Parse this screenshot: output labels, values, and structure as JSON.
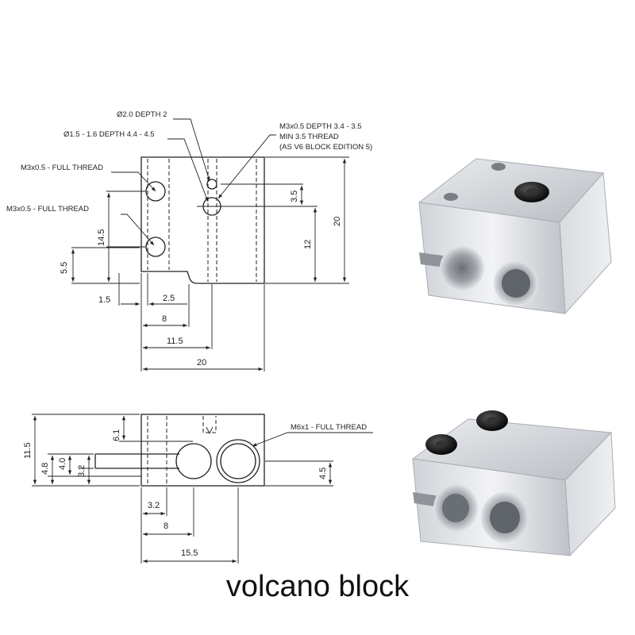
{
  "caption": "volcano block",
  "top_view": {
    "labels": {
      "hole_depth": "Ø2.0 DEPTH 2",
      "hole_range": "Ø1.5 - 1.6 DEPTH 4.4 - 4.5",
      "m3_full_1": "M3x0.5 - FULL THREAD",
      "m3_full_2": "M3x0.5 - FULL THREAD",
      "m3_depth_line1": "M3x0.5 DEPTH 3.4 - 3.5",
      "m3_depth_line2": "MIN 3.5 THREAD",
      "m3_depth_line3": "(AS V6 BLOCK EDITION 5)"
    },
    "dims": {
      "d_14_5": "14.5",
      "d_5_5": "5.5",
      "d_1_5": "1.5",
      "d_2_5": "2.5",
      "d_8": "8",
      "d_11_5": "11.5",
      "d_20_bottom": "20",
      "d_3_5": "3.5",
      "d_12": "12",
      "d_20_right": "20"
    }
  },
  "front_view": {
    "labels": {
      "m6_full": "M6x1 - FULL THREAD"
    },
    "dims": {
      "d_11_5": "11.5",
      "d_6_1": "6.1",
      "d_4_8": "4.8",
      "d_4_0": "4.0",
      "d_3_2_v": "3.2",
      "d_4_5": "4.5",
      "d_3_2_h": "3.2",
      "d_8": "8",
      "d_15_5": "15.5"
    }
  },
  "photos": {
    "top_photo": "aluminum-block-photo",
    "bottom_photo": "aluminum-block-photo"
  }
}
